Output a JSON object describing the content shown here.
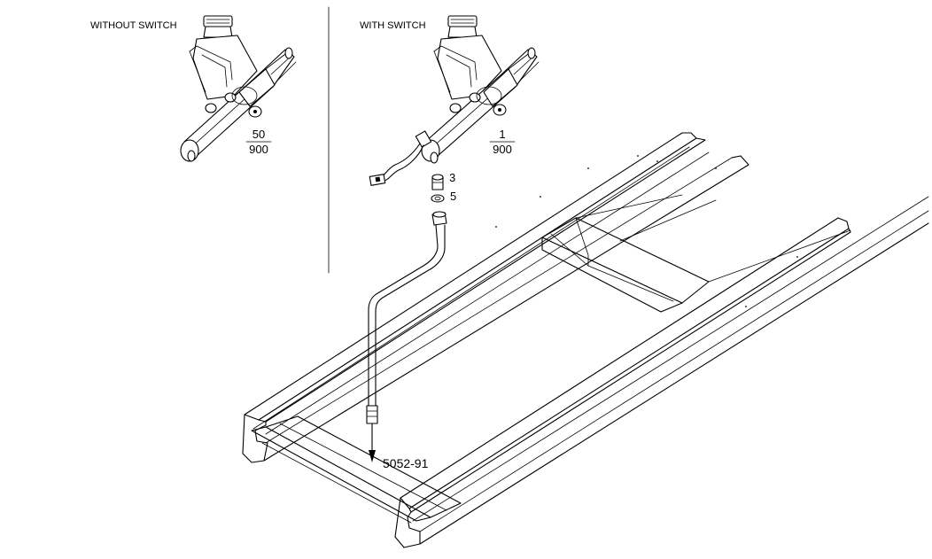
{
  "labels": {
    "without_switch": "WITHOUT SWITCH",
    "with_switch": "WITH SWITCH"
  },
  "callouts": {
    "left_fraction": {
      "numerator": "50",
      "denominator": "900"
    },
    "right_fraction": {
      "numerator": "1",
      "denominator": "900"
    },
    "item_3": "3",
    "item_5": "5",
    "reference": "5052-91"
  }
}
